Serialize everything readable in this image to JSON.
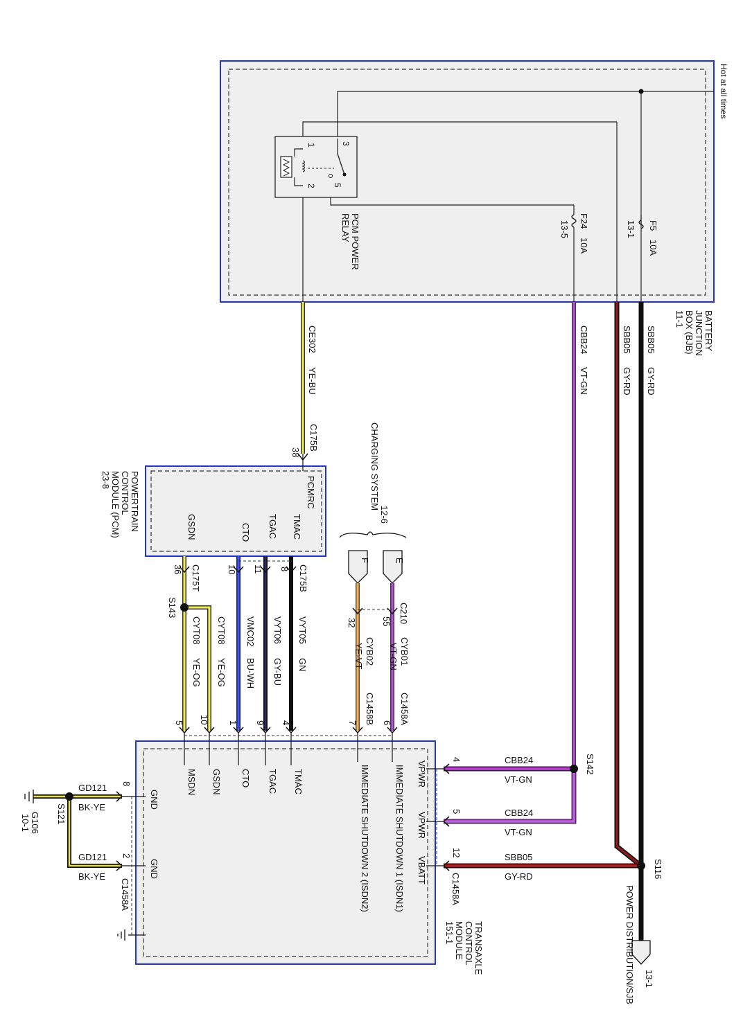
{
  "bjb": {
    "name_lines": [
      "BATTERY",
      "JUNCTION",
      "BOX (BJB)",
      "11-1"
    ],
    "hot_label": "Hot at all times",
    "relay_label_lines": [
      "PCM POWER",
      "RELAY"
    ],
    "relay_pins": [
      "1",
      "2",
      "3",
      "5"
    ],
    "fuse_f5": {
      "name": "F5",
      "rating": "10A",
      "ref": "13-1"
    },
    "fuse_f24": {
      "name": "F24",
      "rating": "10A",
      "ref": "13-5"
    }
  },
  "wires": {
    "ce302": {
      "circuit": "CE302",
      "color": "YE-BU"
    },
    "cbb24": {
      "circuit": "CBB24",
      "color": "VT-GN"
    },
    "sbb05": {
      "circuit": "SBB05",
      "color": "GY-RD"
    },
    "sbb05b": {
      "circuit": "SBB05",
      "color": "GY-RD"
    },
    "vyt05": {
      "circuit": "VYT05",
      "color": "GN"
    },
    "vyt06": {
      "circuit": "VYT06",
      "color": "GY-BU"
    },
    "vmc02": {
      "circuit": "VMC02",
      "color": "BU-WH"
    },
    "cyt08a": {
      "circuit": "CYT08",
      "color": "YE-OG"
    },
    "cyt08b": {
      "circuit": "CYT08",
      "color": "YE-OG"
    },
    "cyb01": {
      "circuit": "CYB01",
      "color": "VT-GN"
    },
    "cyb02": {
      "circuit": "CYB02",
      "color": "YE-VT"
    },
    "cbb24_p4": {
      "circuit": "CBB24",
      "color": "VT-GN"
    },
    "cbb24_p5": {
      "circuit": "CBB24",
      "color": "VT-GN"
    },
    "sbb05_p12": {
      "circuit": "SBB05",
      "color": "GY-RD"
    },
    "gd121a": {
      "circuit": "GD121",
      "color": "BK-YE"
    },
    "gd121b": {
      "circuit": "GD121",
      "color": "BK-YE"
    }
  },
  "pcm": {
    "name_lines": [
      "POWERTRAIN",
      "CONTROL",
      "MODULE (PCM)",
      "23-8"
    ],
    "connector_top": "C175B",
    "pin_top": "38",
    "pcmrc": "PCMRC",
    "pins": [
      "TMAC",
      "TGAC",
      "CTO",
      "GSDN"
    ],
    "c175b": "C175B",
    "c175t": "C175T",
    "pin_nums": [
      "8",
      "11",
      "10",
      "36"
    ]
  },
  "charging": {
    "lines": [
      "CHARGING SYSTEM",
      "12-6"
    ],
    "e": "E",
    "f": "F",
    "c210": "C210",
    "pin55": "55",
    "pin32": "32"
  },
  "splices": {
    "s143": "S143",
    "s142": "S142",
    "s116": "S116",
    "s121": "S121"
  },
  "tcm": {
    "name_lines": [
      "TRANSAXLE",
      "CONTROL",
      "MODULE",
      "151-1"
    ],
    "pins_top": [
      "TMAC",
      "TGAC",
      "CTO",
      "GSDN",
      "MSDN"
    ],
    "isdn1": "IMMEDIATE SHUTDOWN 1 (ISDN1)",
    "isdn2": "IMMEDIATE SHUTDOWN 2 (ISDN2)",
    "vpwr": "VPWR",
    "vbatt": "VBATT",
    "gnd": "GND",
    "c1458a": "C1458A",
    "c1458b": "C1458B",
    "pin_nums_top": [
      "4",
      "9",
      "1",
      "10",
      "5"
    ],
    "pin_nums_charging": [
      "6",
      "7"
    ],
    "pin_nums_side": [
      "4",
      "5",
      "12"
    ],
    "gnd_pins": [
      "8",
      "2"
    ]
  },
  "ground": {
    "name": "G106",
    "ref": "10-1"
  },
  "power_dist": {
    "label": "POWER DISTRIBUTION/SJB",
    "ref": "13-1"
  }
}
